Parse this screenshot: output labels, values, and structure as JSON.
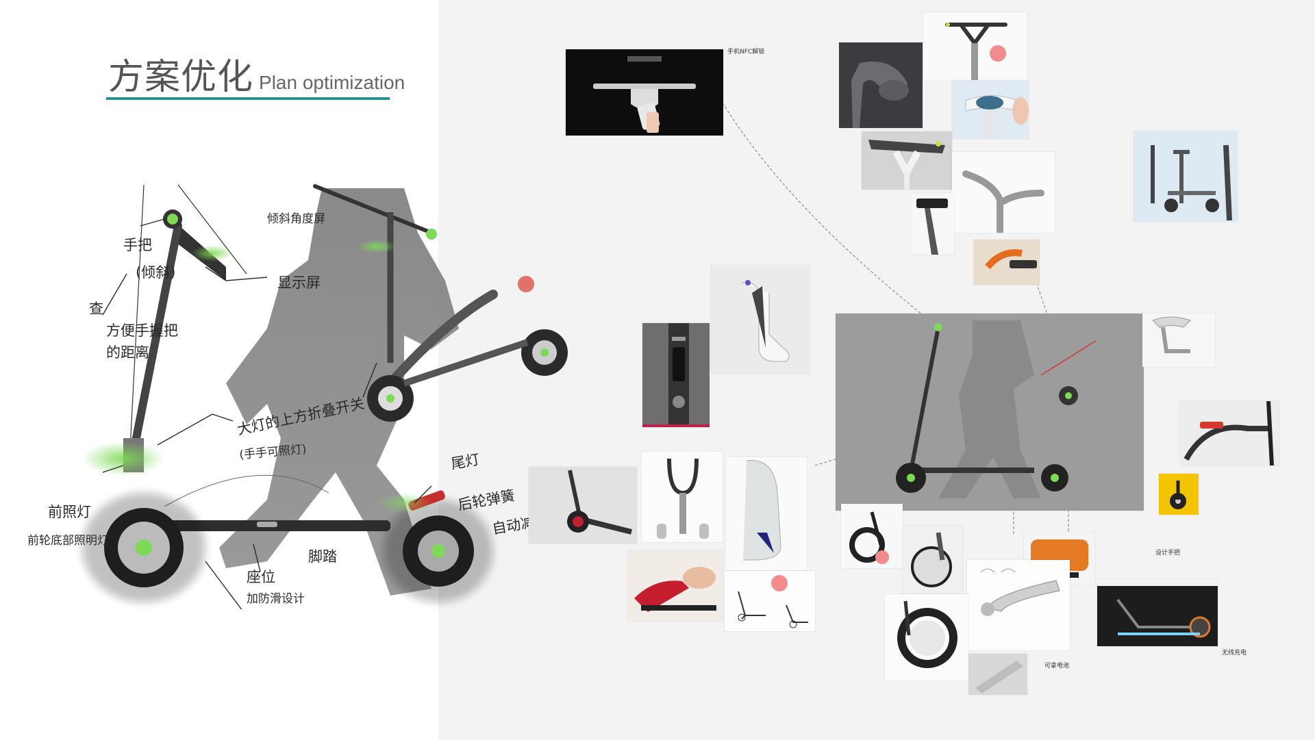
{
  "title": {
    "cn": "方案优化",
    "en": "Plan optimization"
  },
  "colors": {
    "accent": "#2b8f94",
    "highlight": "#7ed957",
    "red": "#d63a2f",
    "canvas": "#f3f3f3"
  },
  "sketch": {
    "labels": {
      "handlebar": "手把",
      "tilted": "(倾斜)",
      "tilt_display": "倾斜角度屏",
      "display": "显示屏",
      "lamp_fold": "大灯的上方折叠开关",
      "lamp_note": "(手手可照灯)",
      "steer_note_1": "查",
      "steer_note_2": "方便手握把",
      "steer_note_3": "的距离",
      "tail_light": "尾灯",
      "rear_spring": "后轮弹簧",
      "shock": "自动减震",
      "front_light": "前照灯",
      "bottom_light": "前轮底部照明灯",
      "pedal": "脚踏",
      "seat": "座位",
      "nonslip": "加防滑设计"
    }
  },
  "references": {
    "nfc_caption": "手机NFC解锁",
    "handle_caption": "设计手把",
    "charge_caption": "可拿电池",
    "wireless_caption": "无线充电"
  }
}
